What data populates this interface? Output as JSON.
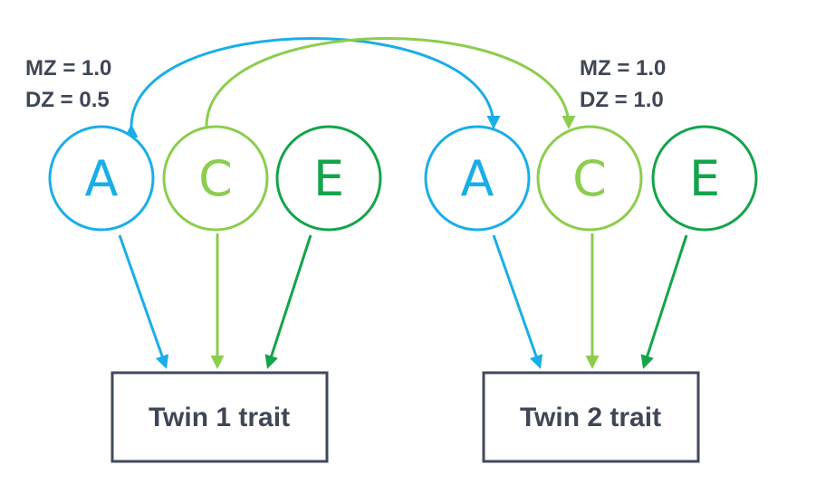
{
  "colors": {
    "A": "#1aaee8",
    "C": "#8ccd4e",
    "E": "#14a44b",
    "text": "#3f4756",
    "box": "#404a5c"
  },
  "correlation_A": {
    "mz": "MZ = 1.0",
    "dz": "DZ = 0.5"
  },
  "correlation_C": {
    "mz": "MZ = 1.0",
    "dz": "DZ = 1.0"
  },
  "twin1": {
    "nodes": {
      "A": "A",
      "C": "C",
      "E": "E"
    },
    "trait": "Twin 1 trait"
  },
  "twin2": {
    "nodes": {
      "A": "A",
      "C": "C",
      "E": "E"
    },
    "trait": "Twin 2 trait"
  }
}
